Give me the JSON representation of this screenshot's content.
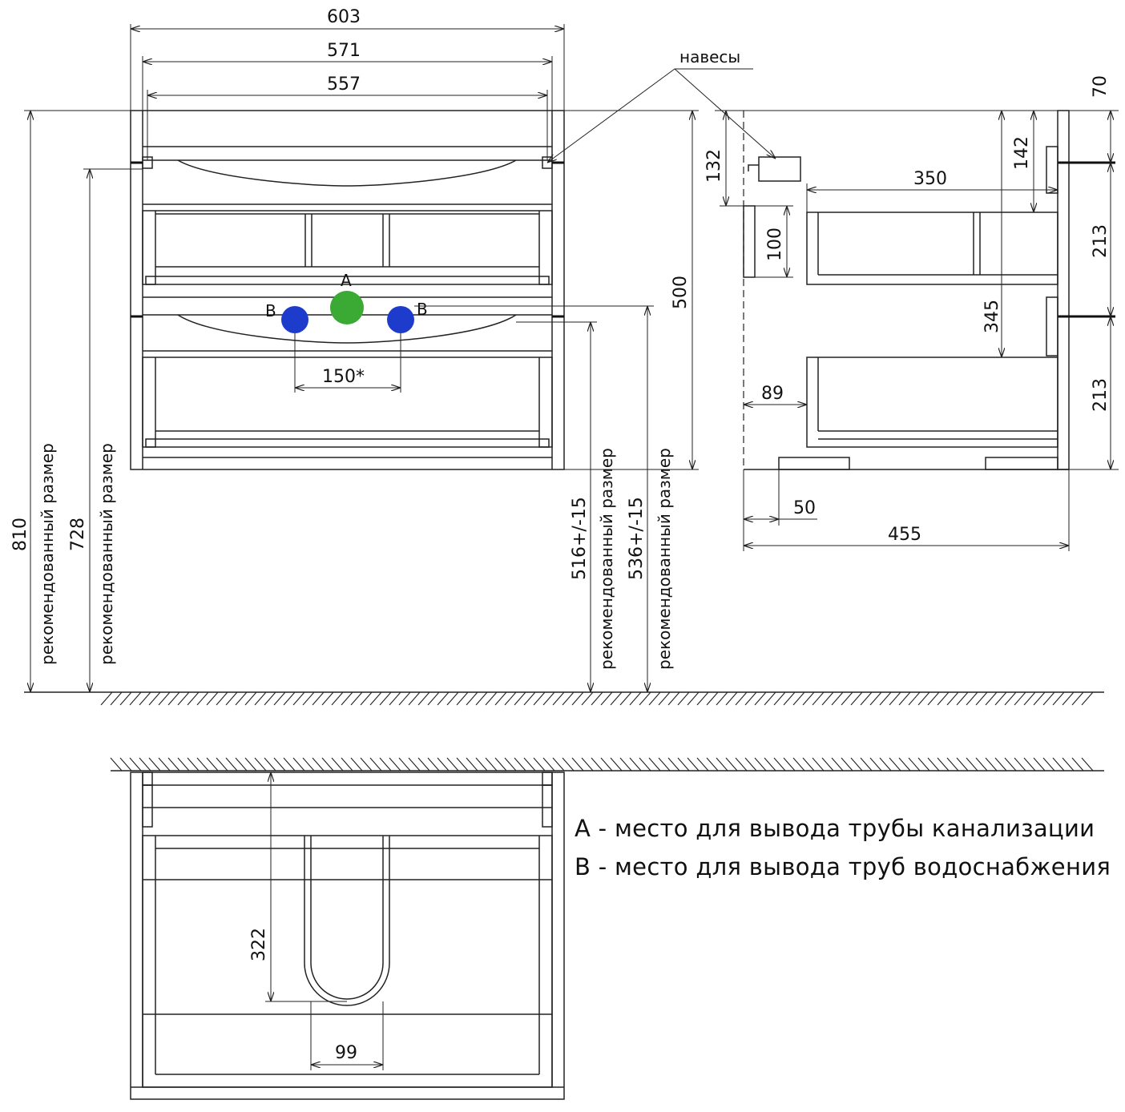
{
  "front_view": {
    "width_total": "603",
    "width_inner": "571",
    "width_basin": "557",
    "height_body": "500",
    "height_total": "810",
    "height_hangers": "728",
    "recommended_size_label": "рекомендованный размер",
    "sewer_point_label": "A",
    "water_point_left_label": "B",
    "water_point_right_label": "B",
    "water_spacing": "150*",
    "sewer_height": "516+/-15",
    "water_height": "536+/-15",
    "colors": {
      "sewer_point": "#3aaa35",
      "water_point": "#1d3ccb",
      "line": "#222222"
    }
  },
  "side_view": {
    "hangers_label": "навесы",
    "dim_132": "132",
    "dim_100": "100",
    "dim_350": "350",
    "dim_142": "142",
    "dim_70": "70",
    "dim_213_top": "213",
    "dim_213_bottom": "213",
    "dim_345": "345",
    "dim_89": "89",
    "dim_50": "50",
    "dim_455": "455"
  },
  "top_view": {
    "dim_322": "322",
    "dim_99": "99"
  },
  "legend": {
    "a": "A - место для вывода трубы канализации",
    "b": "B - место для вывода труб водоснабжения"
  }
}
